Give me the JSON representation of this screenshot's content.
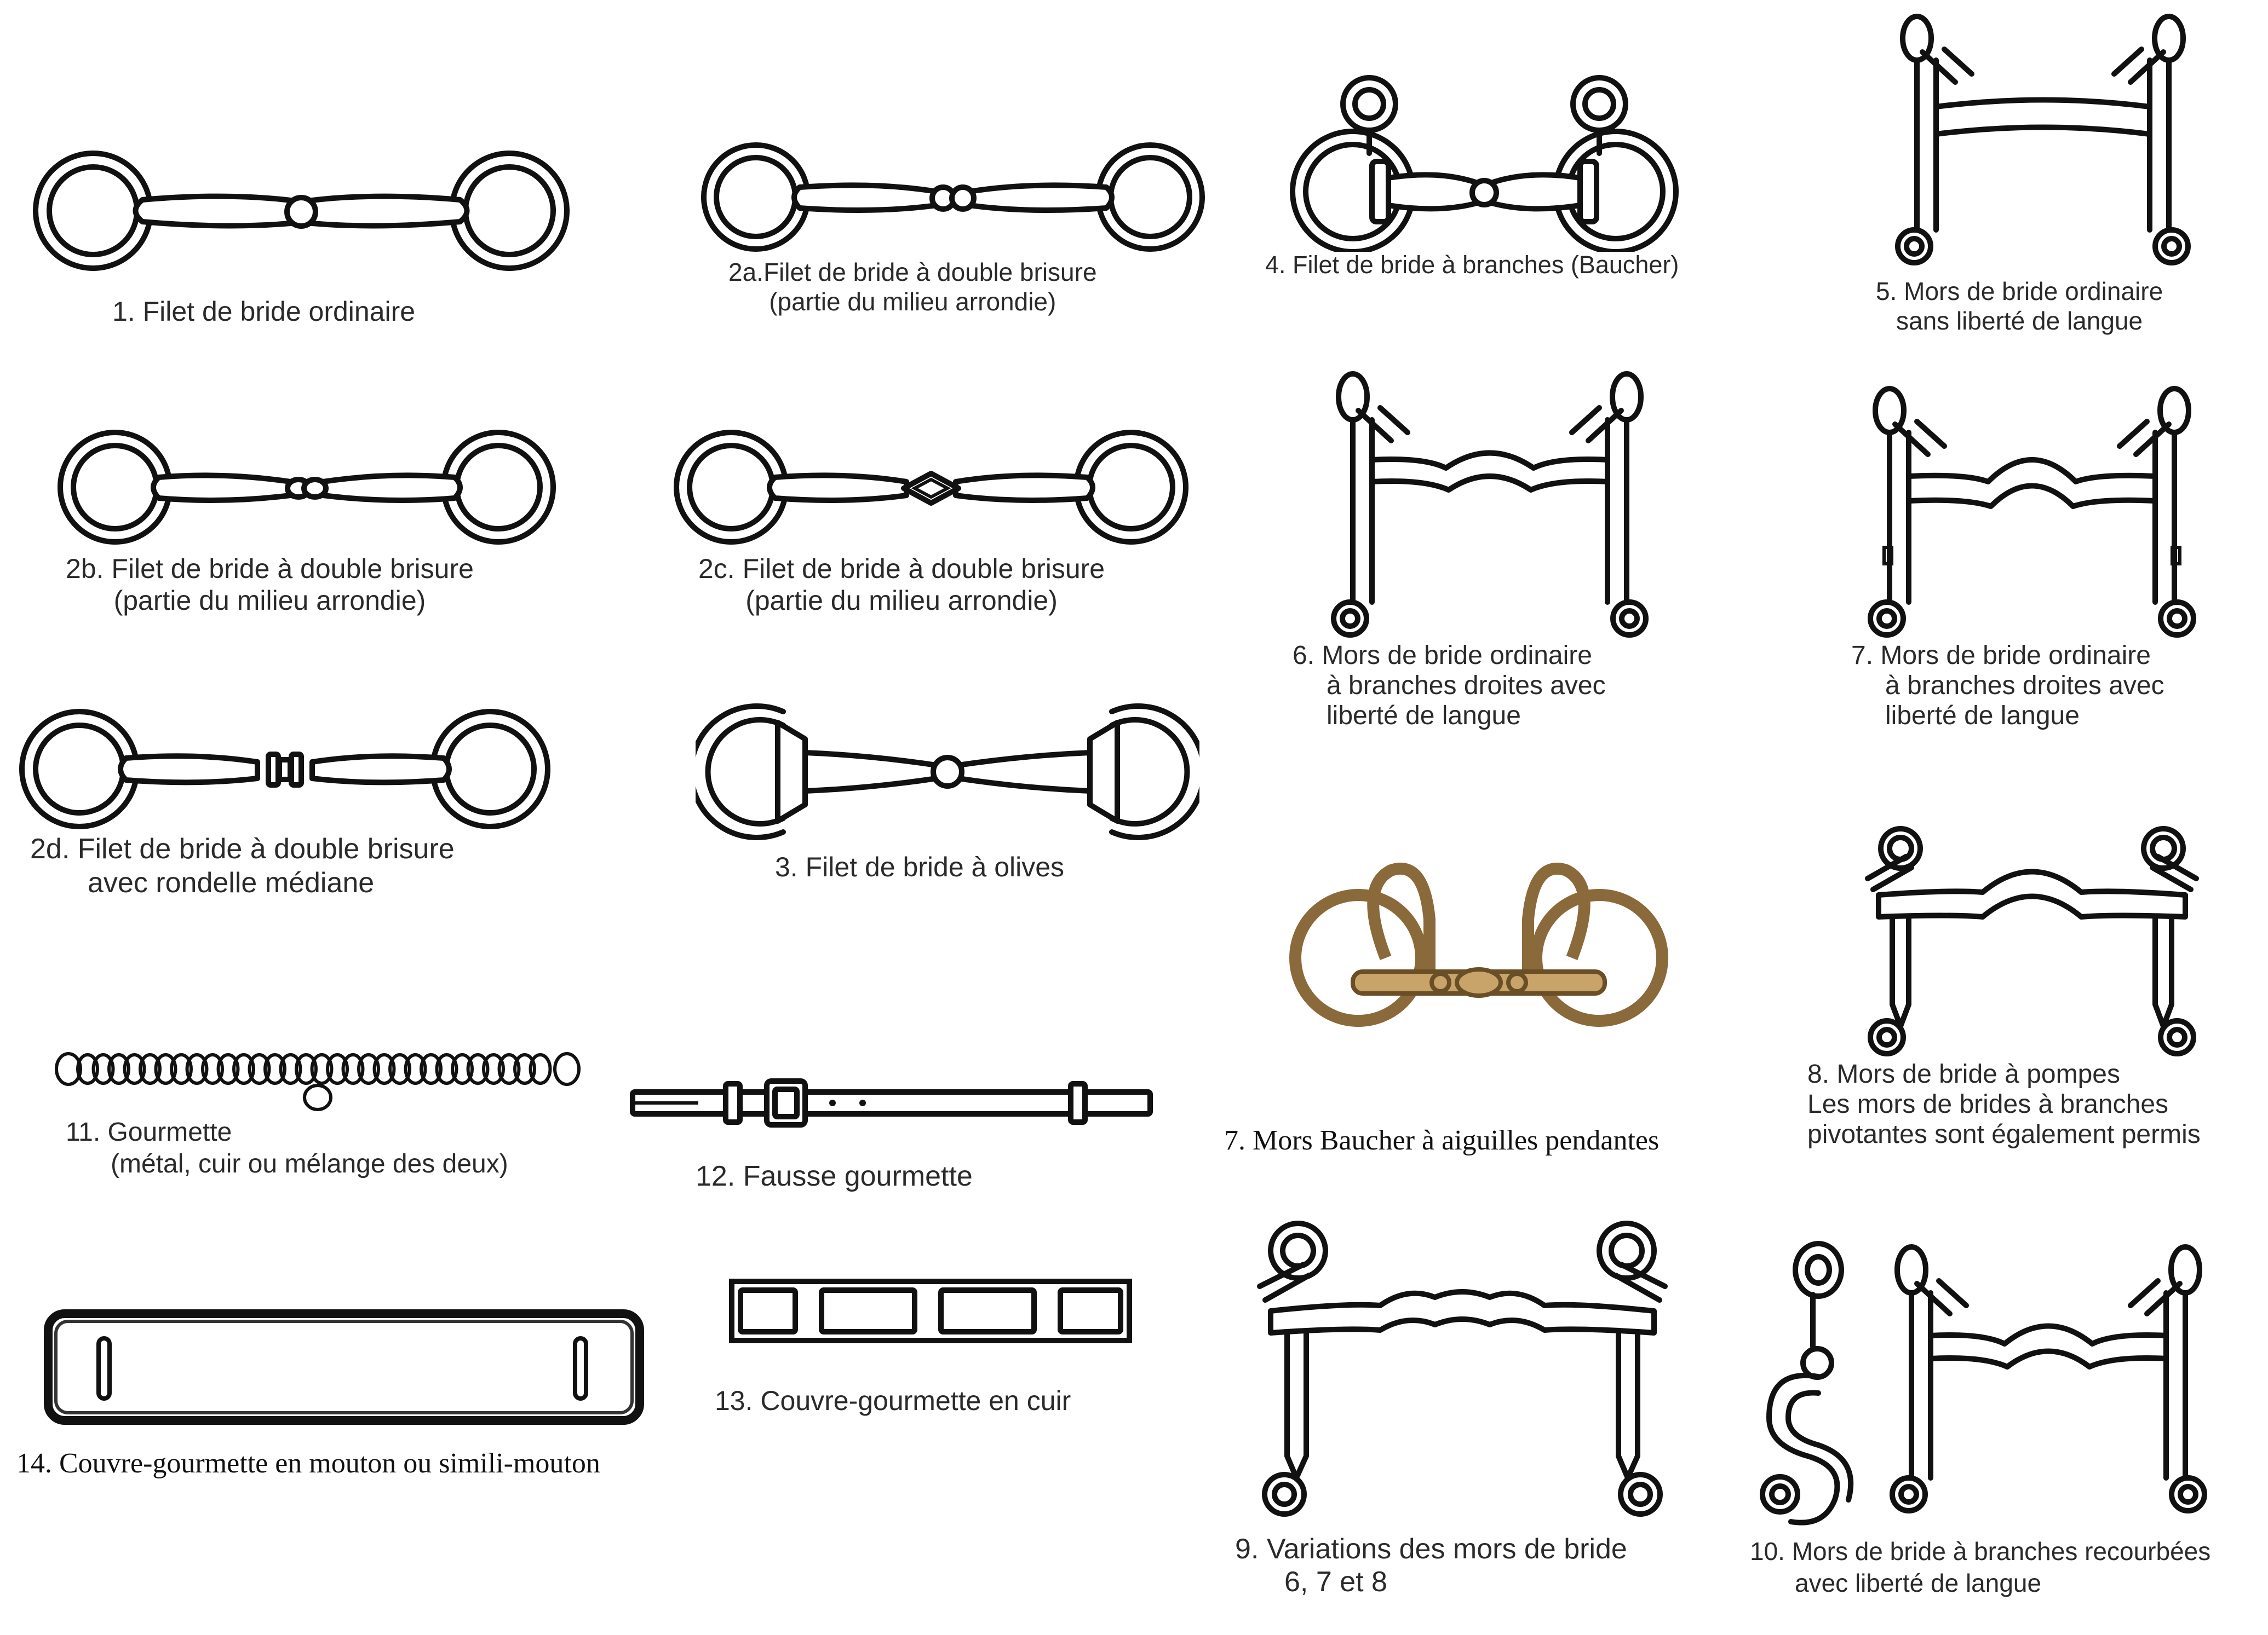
{
  "items": [
    {
      "id": "1",
      "lines": [
        "1. Filet de bride ordinaire"
      ]
    },
    {
      "id": "2a",
      "lines": [
        "2a.Filet de bride à double brisure",
        "(partie du milieu arrondie)"
      ]
    },
    {
      "id": "4",
      "lines": [
        "4. Filet de bride à branches (Baucher)"
      ]
    },
    {
      "id": "5",
      "lines": [
        "5. Mors de bride ordinaire",
        "sans liberté de langue"
      ]
    },
    {
      "id": "2b",
      "lines": [
        "2b. Filet de bride à double brisure",
        "(partie du milieu arrondie)"
      ]
    },
    {
      "id": "2c",
      "lines": [
        "2c. Filet de bride à double brisure",
        "(partie du milieu arrondie)"
      ]
    },
    {
      "id": "6",
      "lines": [
        "6. Mors de bride ordinaire",
        "à branches droites avec",
        "liberté de langue"
      ]
    },
    {
      "id": "7",
      "lines": [
        "7. Mors de bride ordinaire",
        "à branches droites avec",
        "liberté de langue"
      ]
    },
    {
      "id": "2d",
      "lines": [
        "2d. Filet de bride à double brisure",
        "avec rondelle médiane"
      ]
    },
    {
      "id": "3",
      "lines": [
        "3. Filet de bride à olives"
      ]
    },
    {
      "id": "7b",
      "lines": [
        "7. Mors Baucher à aiguilles pendantes"
      ]
    },
    {
      "id": "8",
      "lines": [
        "8. Mors de bride à pompes",
        "Les mors de brides à branches",
        "pivotantes sont également permis"
      ]
    },
    {
      "id": "11",
      "lines": [
        "11. Gourmette",
        "(métal, cuir ou mélange des deux)"
      ]
    },
    {
      "id": "12",
      "lines": [
        "12. Fausse gourmette"
      ]
    },
    {
      "id": "14",
      "lines": [
        "14. Couvre-gourmette en mouton ou simili-mouton"
      ]
    },
    {
      "id": "13",
      "lines": [
        "13. Couvre-gourmette en cuir"
      ]
    },
    {
      "id": "9",
      "lines": [
        "9. Variations des mors de bride",
        "6, 7 et 8"
      ]
    },
    {
      "id": "10",
      "lines": [
        "10. Mors de bride à branches recourbées",
        "avec liberté de langue"
      ]
    }
  ]
}
